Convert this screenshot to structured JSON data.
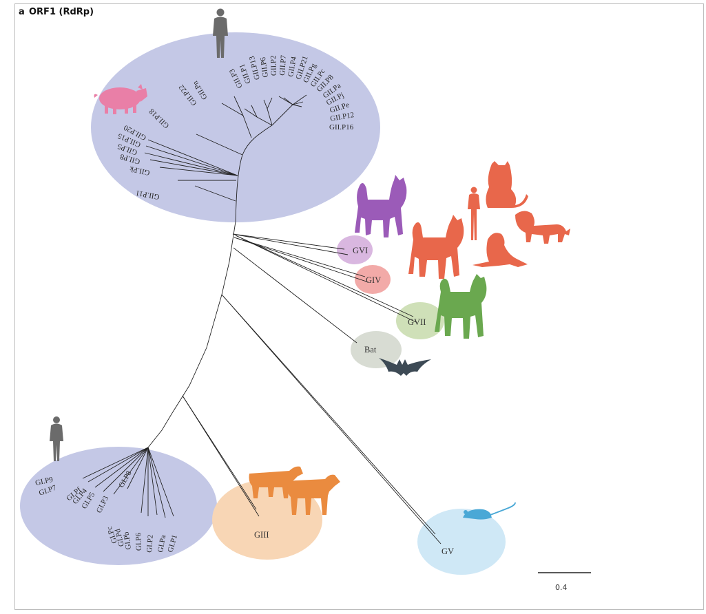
{
  "figure": {
    "panel_label": "a",
    "panel_title": "ORF1 (RdRp)"
  },
  "gii_labels": [
    "GII.P16",
    "GII.P12",
    "GII.Pe",
    "GII.Pj",
    "GII.Pa",
    "GII.P8",
    "GII.Pc",
    "GII.Pg",
    "GII.P21",
    "GII.P4",
    "GII.P7",
    "GII.P2",
    "GII.P6",
    "GII.P13",
    "GII.P1",
    "GII.P3",
    "GII.Pn",
    "GII.P22",
    "GII.P18",
    "GII.P20",
    "GII.P15",
    "GII.P5",
    "GII.P8",
    "GII.Pk",
    "GII.P11"
  ],
  "gi_labels": [
    "GI.P9",
    "GI.P7",
    "GI.Pf",
    "GI.P4",
    "GI.P5",
    "GI.P3",
    "GI.P8",
    "GI.Pc",
    "GI.Pd",
    "GI.Pb",
    "GI.P6",
    "GI.P2",
    "GI.Pa",
    "GI.P1"
  ],
  "genogroups": {
    "gvi": "GVI",
    "giv": "GIV",
    "gvii": "GVII",
    "bat": "Bat",
    "giii": "GIII",
    "gv": "GV"
  },
  "scale_bar": {
    "label": "0.4"
  },
  "colors": {
    "human_ellipse": "#c4c8e6",
    "gvi": "#d9b7e0",
    "giv": "#f2aaa8",
    "gvii": "#cfe0b8",
    "bat": "#d8dcd3",
    "giii": "#f8d6b5",
    "gv": "#cfe8f6",
    "human": "#6b6b6b",
    "pig": "#e97fa7",
    "dog_purple": "#9b5bb8",
    "carnivore": "#e8674b",
    "dog_green": "#6aa84f",
    "bat_icon": "#3d4a55",
    "cow": "#ea8b3f",
    "mouse": "#4aa8d6"
  },
  "icons": [
    "human-icon",
    "pig-icon",
    "dog-icon",
    "cat-icon",
    "lion-icon",
    "sea-lion-icon",
    "bat-icon",
    "cow-icon",
    "sheep-icon",
    "mouse-icon"
  ]
}
